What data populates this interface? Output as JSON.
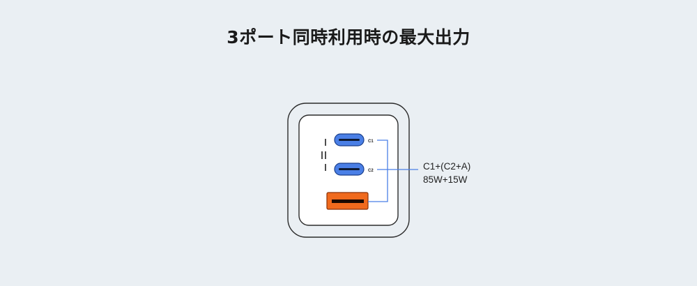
{
  "page": {
    "title": "3ポート同時利用時の最大出力"
  },
  "charger": {
    "ports": [
      {
        "id": "c1",
        "label": "C1",
        "type": "usb-c",
        "color": "#4a7fe6"
      },
      {
        "id": "c2",
        "label": "C2",
        "type": "usb-c",
        "color": "#4a7fe6"
      },
      {
        "id": "a",
        "label": "",
        "type": "usb-a",
        "color": "#f06a1d"
      }
    ],
    "output_spec": {
      "line1": "C1+(C2+A)",
      "line2": "85W+15W"
    },
    "connector_line_color": "#4a7fe6"
  }
}
